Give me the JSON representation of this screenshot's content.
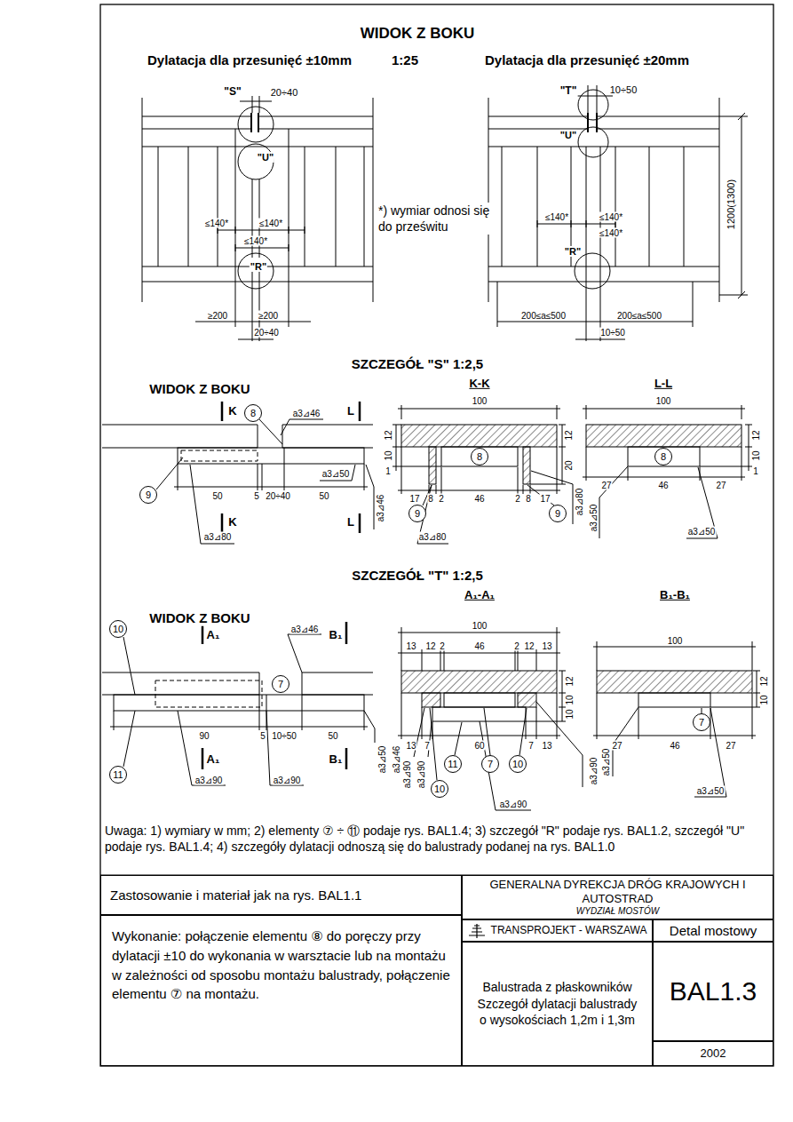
{
  "diagram": {
    "title": "WIDOK Z BOKU",
    "nodes": [
      {
        "text": [
          "8"
        ]
      },
      {
        "text": [
          "9"
        ]
      },
      {
        "text": [
          "8"
        ]
      },
      {
        "text": [
          "9"
        ]
      },
      {
        "text": [
          "9"
        ]
      },
      {
        "text": [
          "8"
        ]
      },
      {
        "text": [
          "10"
        ]
      },
      {
        "text": [
          "7"
        ]
      },
      {
        "text": [
          "11"
        ]
      },
      {
        "text": [
          "11"
        ]
      },
      {
        "text": [
          "7"
        ]
      },
      {
        "text": [
          "10"
        ]
      },
      {
        "text": [
          "10"
        ]
      },
      {
        "text": [
          "7"
        ]
      },
      {
        "text": [
          "Zastosowanie i materiał jak na rys. BAL1.1"
        ]
      },
      {
        "text": [
          "Wykonanie: połączenie elementu ⑧ do poręczy przy dylatacji ±10 do wykonania w warsztacie lub na montażu w zależności od sposobu montażu balustrady, połączenie elementu ⑦ na montażu."
        ]
      },
      {
        "text": [
          "GENERALNA DYREKCJA DRÓG KRAJOWYCH I AUTOSTRAD",
          "WYDZIAŁ MOSTÓW"
        ]
      },
      {
        "text": [
          "TRANSPROJEKT - WARSZAWA"
        ]
      },
      {
        "text": [
          "Detal mostowy"
        ]
      },
      {
        "text": [
          "Balustrada z płaskowników Szczegół dylatacji balustrady o wysokościach 1,2m i 1,3m"
        ]
      },
      {
        "text": [
          "BAL1.3"
        ]
      },
      {
        "text": [
          "2002"
        ]
      }
    ],
    "labels": [
      "Dylatacja dla przesunięć ±10mm",
      "1:25",
      "Dylatacja dla przesunięć ±20mm",
      "\"S\"",
      "20÷40",
      "\"U\"",
      "≤140*",
      "≤140*",
      "≤140*",
      "\"R\"",
      "≥200",
      "≥200",
      "20÷40",
      "*) wymiar odnosi się do prześwitu",
      "\"T\"",
      "10÷50",
      "\"U\"",
      "≤140*",
      "≤140*",
      "≤140*",
      "\"R\"",
      "200≤a≤500",
      "200≤a≤500",
      "10÷50",
      "1200(1300)",
      "SZCZEGÓŁ \"S\" 1:2,5",
      "WIDOK Z BOKU",
      "K-K",
      "L-L",
      "K",
      "a3⊿46",
      "L",
      "50",
      "5",
      "20÷40",
      "50",
      "a3⊿50",
      "K",
      "L",
      "a3⊿80",
      "a3⊿46",
      "100",
      "12",
      "10",
      "1",
      "12",
      "20",
      "17",
      "8",
      "2",
      "46",
      "2",
      "8",
      "17",
      "a3⊿80",
      "a3⊿80",
      "100",
      "12",
      "10",
      "1",
      "27",
      "46",
      "27",
      "a3⊿50",
      "a3⊿50",
      "SZCZEGÓŁ \"T\" 1:2,5",
      "WIDOK Z BOKU",
      "A₁-A₁",
      "B₁-B₁",
      "A₁",
      "a3⊿46",
      "B₁",
      "90",
      "5",
      "10÷50",
      "50",
      "A₁",
      "B₁",
      "a3⊿90",
      "a3⊿90",
      "a3⊿50",
      "a3⊿46",
      "100",
      "13",
      "12",
      "2",
      "46",
      "2",
      "12",
      "13",
      "12",
      "10",
      "10",
      "13",
      "7",
      "60",
      "7",
      "13",
      "a3⊿90",
      "a3⊿90",
      "a3⊿90",
      "a3⊿90",
      "100",
      "12",
      "10",
      "27",
      "46",
      "27",
      "a3⊿50",
      "a3⊿50",
      "Uwaga: 1) wymiary w mm; 2) elementy ⑦ ÷ ⑪ podaje rys. BAL1.4; 3) szczegół \"R\" podaje rys. BAL1.2, szczegół \"U\" podaje rys. BAL1.4; 4) szczegóły dylatacji odnoszą się do balustrady podanej na rys. BAL1.0"
    ]
  }
}
